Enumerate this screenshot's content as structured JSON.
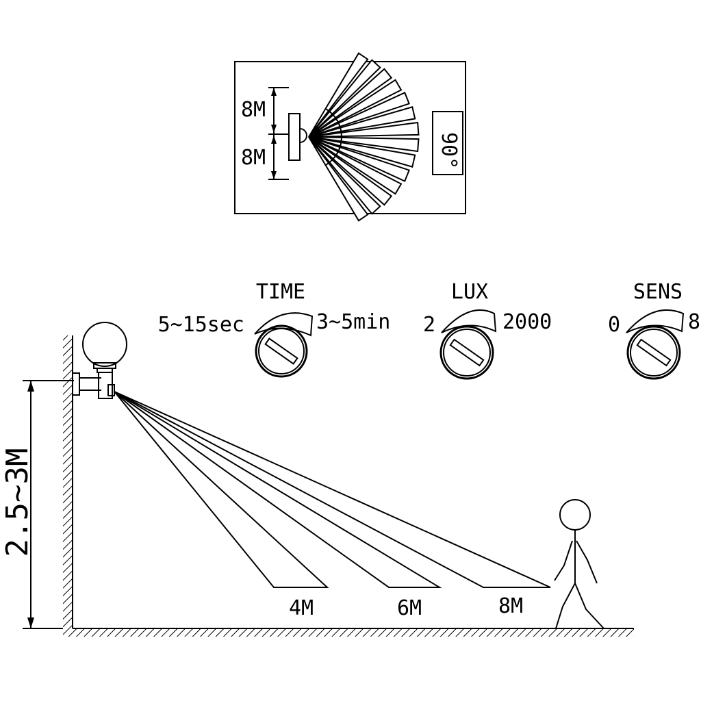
{
  "top_view": {
    "range_upper": "8M",
    "range_lower": "8M",
    "angle": "90°"
  },
  "knobs": [
    {
      "id": "time",
      "title": "TIME",
      "min_label": "5~15sec",
      "max_label": "3~5min"
    },
    {
      "id": "lux",
      "title": "LUX",
      "min_label": "2",
      "max_label": "2000"
    },
    {
      "id": "sens",
      "title": "SENS",
      "min_label": "0",
      "max_label": "8"
    }
  ],
  "side_view": {
    "mount_height": "2.5~3M",
    "distances": [
      "4M",
      "6M",
      "8M"
    ]
  },
  "colors": {
    "line": "#000000",
    "background": "#ffffff"
  }
}
